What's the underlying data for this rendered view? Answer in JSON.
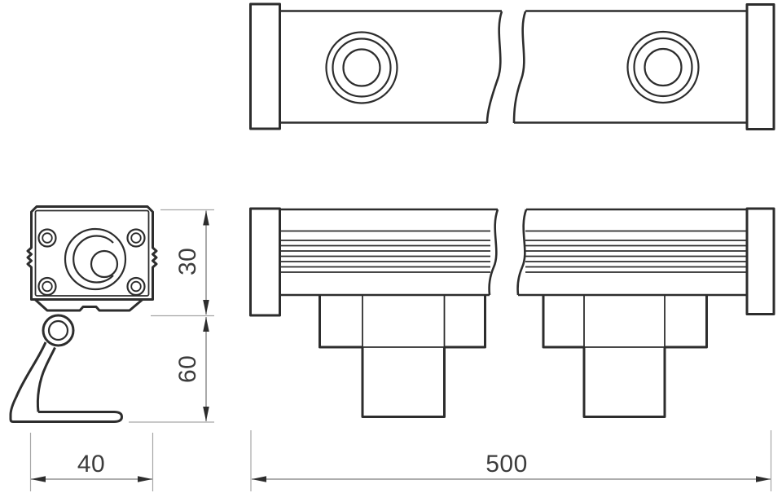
{
  "drawing": {
    "kind": "technical-dimension-drawing",
    "views": {
      "plan": "top-view-of-linear-fixture-with-two-lenses-and-break-symbol",
      "section": "side-section-with-swivel-mounting-bracket",
      "elevation": "front-view-with-ribs-and-two-mounting-brackets"
    }
  },
  "dimensions": {
    "profile_height": "30",
    "mount_height": "60",
    "profile_width": "40",
    "overall_length": "500"
  },
  "colors": {
    "background": "#ffffff",
    "ink": "#2d2d2d",
    "dimension_line": "#7c7c7c",
    "extension_line": "#a6a6a6",
    "label_text": "#3c3c3c"
  }
}
